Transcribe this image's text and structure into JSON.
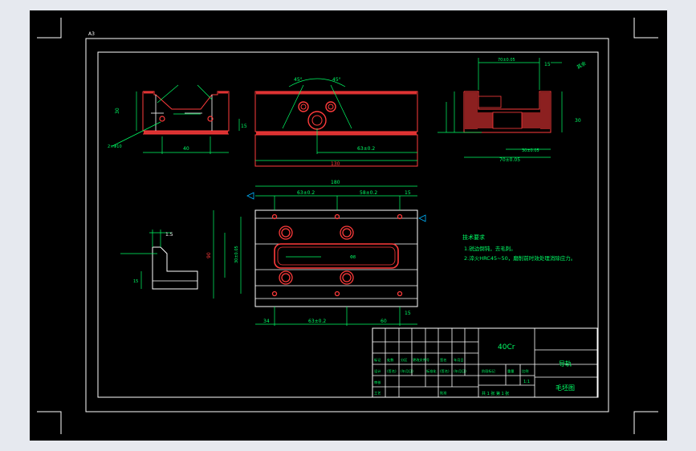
{
  "drawing": {
    "corner_label": "A3",
    "roughness_note": "其余",
    "material": "40Cr",
    "part_name": "导轨",
    "drawing_type": "毛坯图",
    "scale": "1:1",
    "sheet_info": "共 1 张   第 1 张",
    "title_block_cells": [
      "标记",
      "处数",
      "分区",
      "更改文件号",
      "签名",
      "年月日",
      "设计",
      "(签名)",
      "(年月日)",
      "标准化",
      "(签名)",
      "(年月日)",
      "阶段标记",
      "重量",
      "比例",
      "审核",
      "工艺",
      "批准"
    ],
    "notes": {
      "title": "技术要求",
      "items": [
        "1.锐边倒钝，去毛刺。",
        "2.淬火HRC45~50，磨削前时效处理消除应力。"
      ]
    },
    "dimensions": {
      "front_width": "130",
      "top_width": "180",
      "top_height": "90",
      "side_height": "30",
      "dim_40": "40",
      "dim_15": "15",
      "dim_1_5": "1.5",
      "dim_63": "63±0.2",
      "dim_58": "58±0.2",
      "dim_70": "70±0.05",
      "dim_60": "60",
      "dim_34": "34",
      "dim_angle": "45°",
      "dim_hole": "2×Φ10",
      "dim_slot": "Φ8",
      "dim_tol": "30±0.05"
    }
  }
}
